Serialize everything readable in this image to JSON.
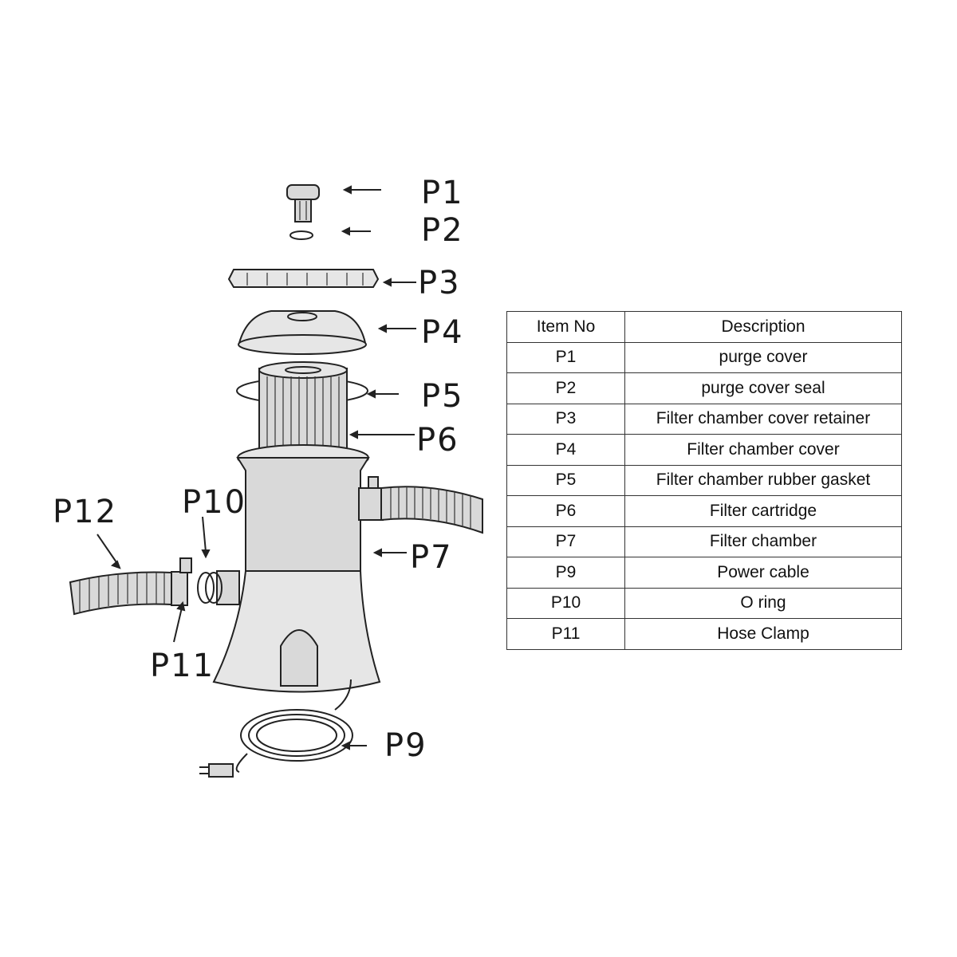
{
  "diagram": {
    "callouts": [
      "P1",
      "P2",
      "P3",
      "P4",
      "P5",
      "P6",
      "P7",
      "P9",
      "P10",
      "P11",
      "P12"
    ]
  },
  "table": {
    "headers": [
      "Item No",
      "Description"
    ],
    "rows": [
      {
        "item": "P1",
        "description": "purge cover"
      },
      {
        "item": "P2",
        "description": "purge cover seal"
      },
      {
        "item": "P3",
        "description": "Filter chamber cover retainer"
      },
      {
        "item": "P4",
        "description": "Filter chamber cover"
      },
      {
        "item": "P5",
        "description": "Filter chamber rubber gasket"
      },
      {
        "item": "P6",
        "description": "Filter cartridge"
      },
      {
        "item": "P7",
        "description": "Filter chamber"
      },
      {
        "item": "P9",
        "description": "Power cable"
      },
      {
        "item": "P10",
        "description": "O ring"
      },
      {
        "item": "P11",
        "description": "Hose Clamp"
      }
    ]
  }
}
